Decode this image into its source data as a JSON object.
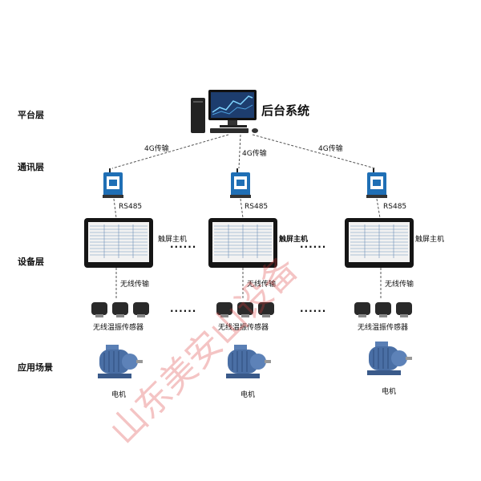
{
  "layers": {
    "platform": "平台层",
    "communication": "通讯层",
    "device": "设备层",
    "application": "应用场景"
  },
  "backend_title": "后台系统",
  "link_4g": [
    "4G传输",
    "4G传输",
    "4G传输"
  ],
  "rs485": [
    "RS485",
    "RS485",
    "RS485"
  ],
  "touch_host": [
    "触屏主机",
    "触屏主机",
    "触屏主机"
  ],
  "wireless_tx": [
    "无线传输",
    "无线传输",
    "无线传输"
  ],
  "sensor_label": [
    "无线温振传感器",
    "无线温振传感器",
    "无线温振传感器"
  ],
  "motor_label": [
    "电机",
    "电机",
    "电机"
  ],
  "ellipsis": "......",
  "watermark": "山东美安山设备",
  "colors": {
    "dashed": "#555555",
    "screen": "#1a1a1a",
    "gateway": "#1f6fb5",
    "motor": "#4a6fa5",
    "watermark": "#dc3c3c"
  }
}
